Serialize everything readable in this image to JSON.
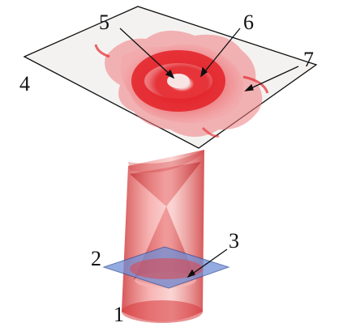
{
  "labels": {
    "l1": "1",
    "l2": "2",
    "l3": "3",
    "l4": "4",
    "l5": "5",
    "l6": "6",
    "l7": "7"
  },
  "colors": {
    "beam": "#e23a3a",
    "pattern": "#e8262c",
    "plate": "#6f8fd6",
    "screen": "#f4f2f0",
    "outline": "#111111"
  }
}
